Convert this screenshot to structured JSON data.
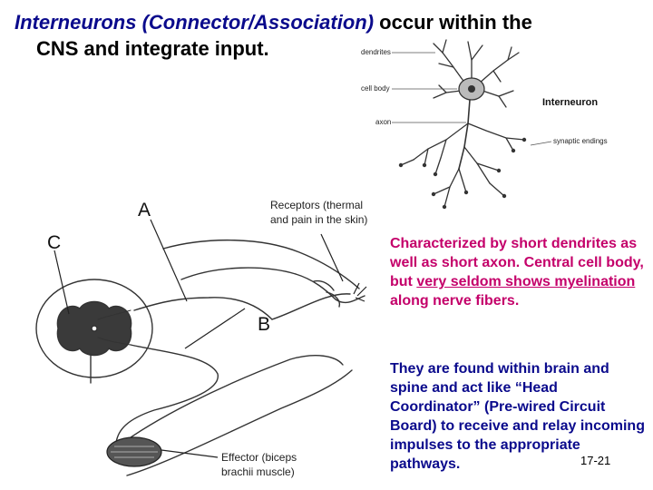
{
  "title": {
    "italic_part": "Interneurons (Connector/Association)",
    "rest_line1": " occur within the",
    "line2": "CNS and integrate input."
  },
  "neuron_diagram": {
    "labels": {
      "dendrites": "dendrites",
      "cell_body": "cell body",
      "axon": "axon",
      "heading": "Interneuron",
      "synaptic_endings": "synaptic endings"
    }
  },
  "reflex_diagram": {
    "labels": {
      "a": "A",
      "b": "B",
      "c": "C",
      "receptors_1": "Receptors (thermal",
      "receptors_2": "and pain in the skin)",
      "effector_1": "Effector (biceps",
      "effector_2": "brachii muscle)"
    }
  },
  "description": {
    "p1_before": "Characterized by short dendrites as well as short axon. Central cell body, but ",
    "p1_underlined": "very seldom shows myelination ",
    "p1_after": "along nerve fibers.",
    "p2": "They are found within brain and spine and act like “Head Coordinator” (Pre-wired Circuit Board) to receive and relay incoming impulses to the appropriate pathways."
  },
  "slide_number": "17-21",
  "colors": {
    "title_italic": "#0a0a8c",
    "p1_text": "#c4006a",
    "p2_text": "#0a0a8c"
  }
}
